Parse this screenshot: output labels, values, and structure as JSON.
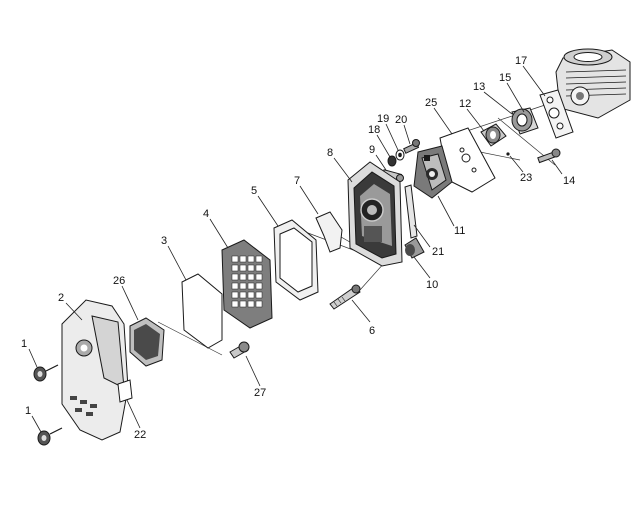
{
  "diagram": {
    "callouts": {
      "c1a": "1",
      "c1b": "1",
      "c2": "2",
      "c3": "3",
      "c4": "4",
      "c5": "5",
      "c6": "6",
      "c7": "7",
      "c8": "8",
      "c9": "9",
      "c10": "10",
      "c11": "11",
      "c12": "12",
      "c13": "13",
      "c14": "14",
      "c15": "15",
      "c17": "17",
      "c18": "18",
      "c19": "19",
      "c20": "20",
      "c21": "21",
      "c22": "22",
      "c23": "23",
      "c25": "25",
      "c26": "26",
      "c27": "27"
    }
  }
}
